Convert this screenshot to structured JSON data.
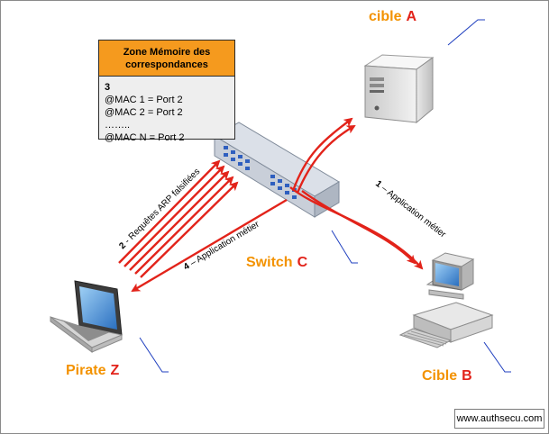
{
  "nodes": {
    "target_a": {
      "name": "cible",
      "letter": "A"
    },
    "target_b": {
      "name": "Cible",
      "letter": "B"
    },
    "switch_c": {
      "name": "Switch",
      "letter": "C"
    },
    "attacker_z": {
      "name": "Pirate",
      "letter": "Z"
    }
  },
  "memory_zone": {
    "title": "Zone Mémoire des correspondances",
    "count": "3",
    "lines": [
      "@MAC 1 = Port 2",
      "@MAC 2 = Port 2",
      "……..",
      "@MAC N = Port 2"
    ]
  },
  "edges": {
    "app_to_b": {
      "number": "1",
      "text": "– Application métier"
    },
    "arp_forged": {
      "number": "2",
      "text": "- Requêtes ARP falsifiées"
    },
    "app_to_z": {
      "number": "4",
      "text": "– Application métier"
    }
  },
  "credit": "www.authsecu.com",
  "colors": {
    "arrow": "#e2231a",
    "label_name": "#f39200",
    "label_letter": "#e2231a",
    "box_header": "#f59a1e",
    "box_body": "#eeeeee",
    "accent_lines": "#1f3fbf"
  },
  "icons": [
    "server-icon",
    "switch-icon",
    "laptop-icon",
    "desktop-computer-icon"
  ]
}
